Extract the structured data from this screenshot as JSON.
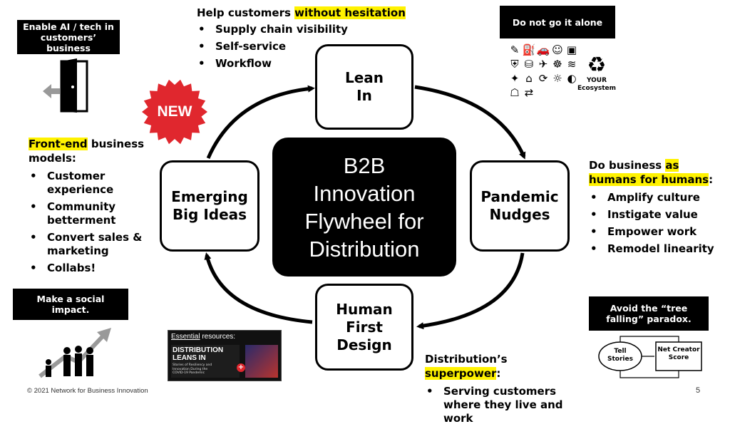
{
  "center": {
    "lines": [
      "B2B",
      "Innovation",
      "Flywheel for",
      "Distribution"
    ]
  },
  "nodes": {
    "lean_in": [
      "Lean",
      "In"
    ],
    "pandemic": [
      "Pandemic",
      "Nudges"
    ],
    "human_first": [
      "Human",
      "First",
      "Design"
    ],
    "emerging": [
      "Emerging",
      "Big Ideas"
    ]
  },
  "top": {
    "pre": "Help customers ",
    "highlight": "without hesitation",
    "items": [
      "Supply chain visibility",
      "Self-service",
      "Workflow"
    ]
  },
  "right": {
    "pre": "Do business ",
    "highlight": "as humans for humans",
    "post": ":",
    "items": [
      "Amplify culture",
      "Instigate value",
      "Empower work",
      "Remodel linearity"
    ]
  },
  "bottom": {
    "pre": "Distribution’s ",
    "highlight": "superpower",
    "post": ":",
    "items": [
      "Serving customers where they live and work"
    ]
  },
  "left": {
    "highlight": "Front-end",
    "post": " business models:",
    "items": [
      "Customer experience",
      "Community betterment",
      "Convert sales & marketing",
      "Collabs!"
    ]
  },
  "boxes": {
    "enable": "Enable AI / tech in customers’ business",
    "social": "Make a social impact.",
    "alone": "Do not go it alone",
    "tree": "Avoid the “tree falling” paradox."
  },
  "ecosystem": {
    "label": "YOUR Ecosystem",
    "icons": [
      "✎",
      "⛽",
      "🚗",
      "☺",
      "▣",
      "⛨",
      "⛁",
      "✈",
      "☸",
      "≋",
      "✦",
      "⌂",
      "⟳",
      "☼",
      "◐",
      "☖",
      "⇄"
    ]
  },
  "cycle": {
    "tell": "Tell Stories",
    "nps": "Net Creator Score"
  },
  "badge": "NEW",
  "resources": {
    "label_u": "Essential",
    "label_rest": " resources:",
    "book_title": "DISTRIBUTION LEANS IN",
    "book_sub": "Stories of Resiliency and Innovation During the COVID-19 Pandemic",
    "plus": "+"
  },
  "footer": {
    "copyright": "© 2021 Network for Business Innovation",
    "page": "5"
  },
  "colors": {
    "highlight": "#fff200",
    "badge": "#e0272e",
    "ink": "#000000"
  }
}
